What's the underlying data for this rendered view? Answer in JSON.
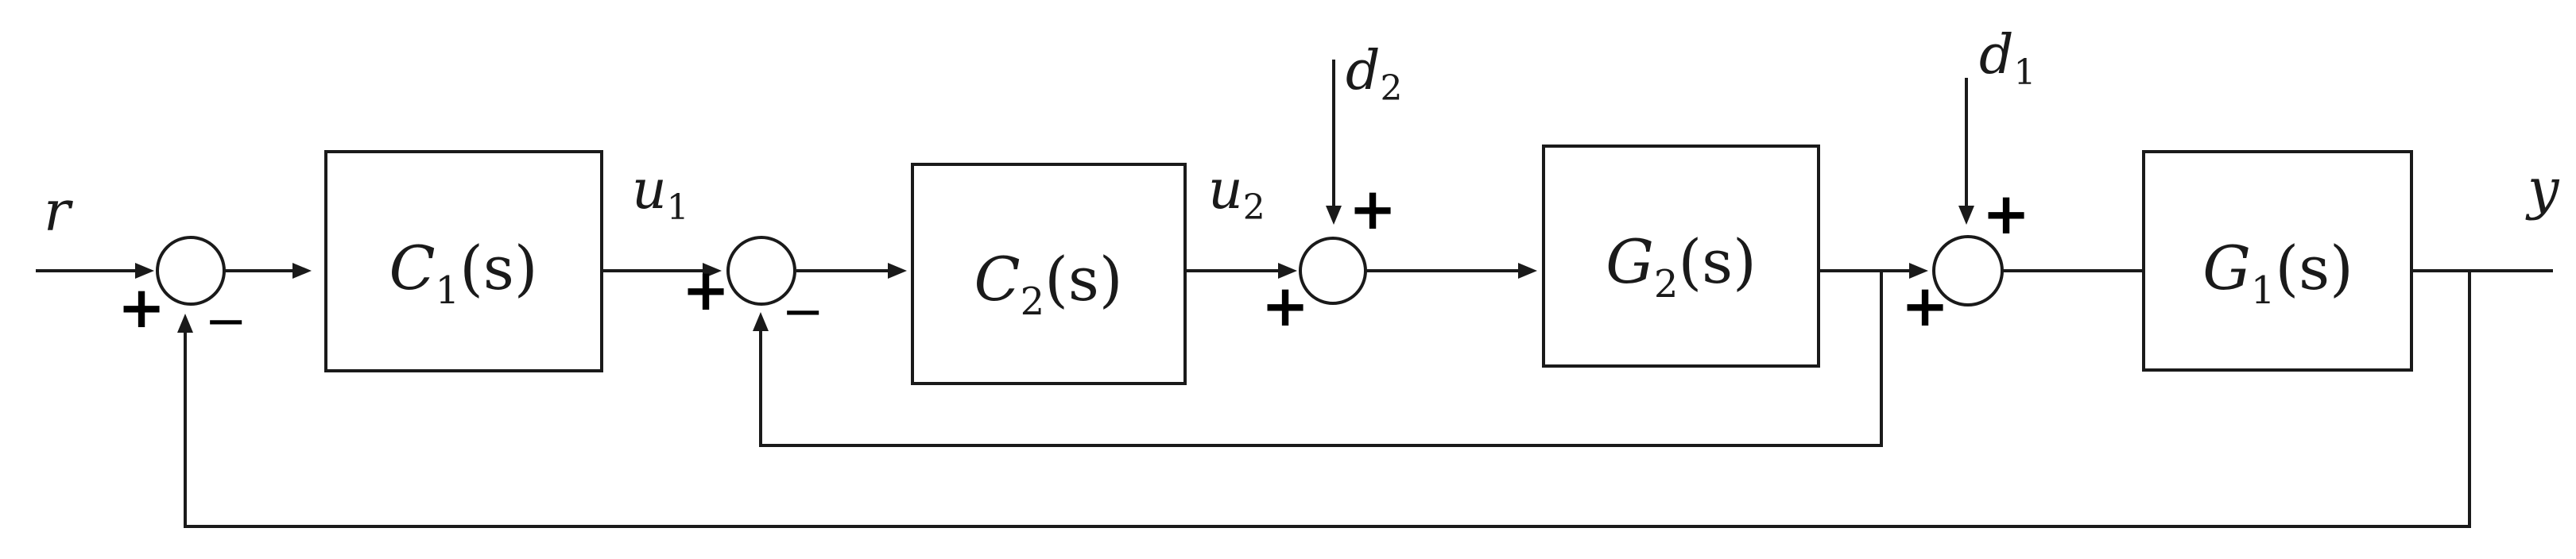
{
  "signals": {
    "r": "r",
    "u1": "u",
    "u1_sub": "1",
    "u2": "u",
    "u2_sub": "2",
    "d2": "d",
    "d2_sub": "2",
    "d1": "d",
    "d1_sub": "1",
    "y": "y"
  },
  "blocks": {
    "c1": {
      "name": "C",
      "sub": "1",
      "arg": "(s)"
    },
    "c2": {
      "name": "C",
      "sub": "2",
      "arg": "(s)"
    },
    "g2": {
      "name": "G",
      "sub": "2",
      "arg": "(s)"
    },
    "g1": {
      "name": "G",
      "sub": "1",
      "arg": "(s)"
    }
  },
  "signs": {
    "sum1_in": "+",
    "sum1_fb": "−",
    "sum2_in": "+",
    "sum2_fb": "−",
    "sum3_in": "+",
    "sum3_dist": "+",
    "sum4_in": "+",
    "sum4_dist": "+"
  }
}
